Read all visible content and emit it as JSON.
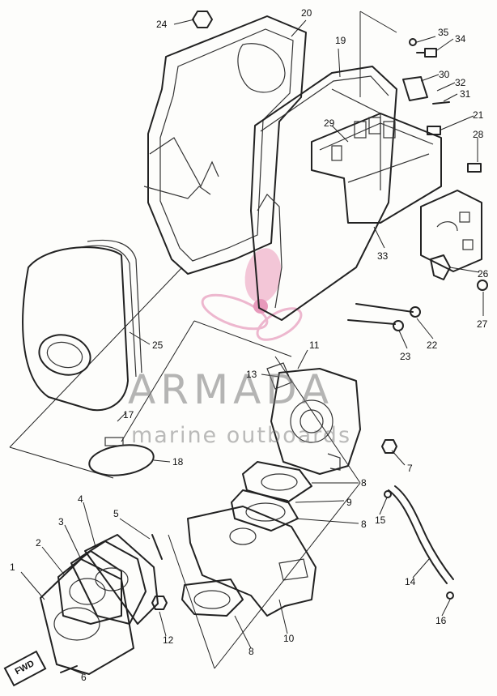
{
  "watermark": {
    "brand": "ARMADA",
    "tagline": "marine outboards",
    "logo_color": "#e8a0c0"
  },
  "direction_badge": "FWD",
  "callouts": [
    {
      "id": "1",
      "text": "1"
    },
    {
      "id": "2",
      "text": "2"
    },
    {
      "id": "3",
      "text": "3"
    },
    {
      "id": "4",
      "text": "4"
    },
    {
      "id": "5",
      "text": "5"
    },
    {
      "id": "6",
      "text": "6"
    },
    {
      "id": "7",
      "text": "7"
    },
    {
      "id": "8a",
      "text": "8"
    },
    {
      "id": "8b",
      "text": "8"
    },
    {
      "id": "8c",
      "text": "8"
    },
    {
      "id": "9",
      "text": "9"
    },
    {
      "id": "10",
      "text": "10"
    },
    {
      "id": "11",
      "text": "11"
    },
    {
      "id": "12",
      "text": "12"
    },
    {
      "id": "13",
      "text": "13"
    },
    {
      "id": "14",
      "text": "14"
    },
    {
      "id": "15",
      "text": "15"
    },
    {
      "id": "16",
      "text": "16"
    },
    {
      "id": "17",
      "text": "17"
    },
    {
      "id": "18",
      "text": "18"
    },
    {
      "id": "19",
      "text": "19"
    },
    {
      "id": "20",
      "text": "20"
    },
    {
      "id": "21",
      "text": "21"
    },
    {
      "id": "22",
      "text": "22"
    },
    {
      "id": "23",
      "text": "23"
    },
    {
      "id": "24",
      "text": "24"
    },
    {
      "id": "25",
      "text": "25"
    },
    {
      "id": "26",
      "text": "26"
    },
    {
      "id": "27",
      "text": "27"
    },
    {
      "id": "28",
      "text": "28"
    },
    {
      "id": "29",
      "text": "29"
    },
    {
      "id": "30",
      "text": "30"
    },
    {
      "id": "31",
      "text": "31"
    },
    {
      "id": "32",
      "text": "32"
    },
    {
      "id": "33",
      "text": "33"
    },
    {
      "id": "34",
      "text": "34"
    },
    {
      "id": "35",
      "text": "35"
    }
  ]
}
